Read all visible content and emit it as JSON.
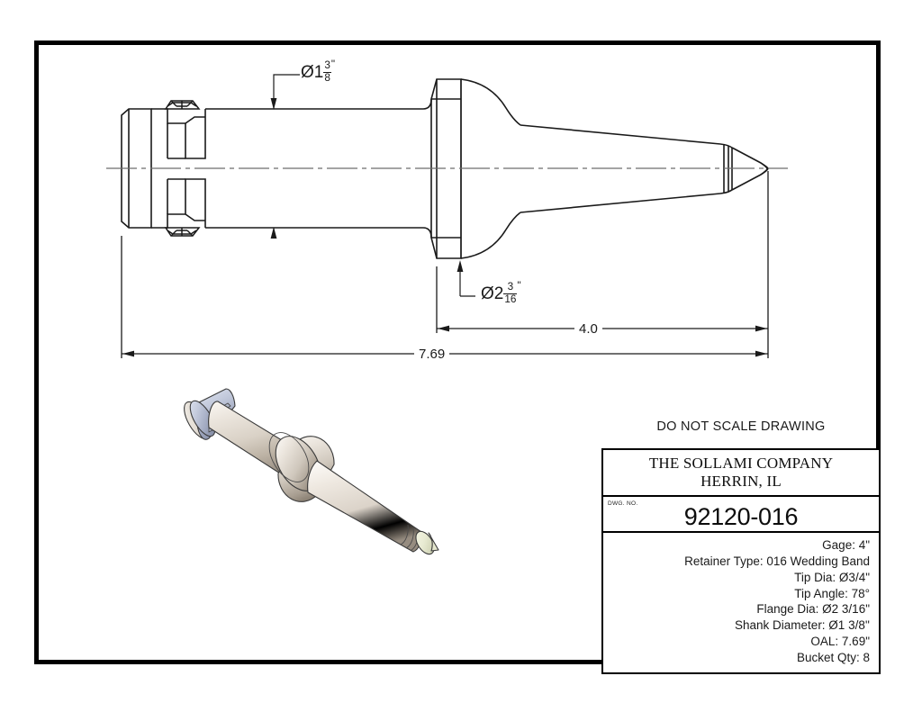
{
  "sheet": {
    "note": "DO NOT SCALE DRAWING"
  },
  "title_block": {
    "company_line1": "THE SOLLAMI COMPANY",
    "company_line2": "HERRIN, IL",
    "dwg_no_label": "DWG. NO.",
    "dwg_number": "92120-016",
    "specs": [
      "Gage: 4\"",
      "Retainer Type: 016 Wedding Band",
      "Tip Dia: Ø3/4\"",
      "Tip Angle: 78°",
      "Flange Dia: Ø2 3/16\"",
      "Shank Diameter: Ø1 3/8''",
      "OAL: 7.69\"",
      "Bucket Qty: 8"
    ]
  },
  "dimensions": {
    "shank_dia": {
      "symbol": "Ø",
      "whole": "1",
      "numerator": "3",
      "denominator": "8",
      "unit": "\""
    },
    "flange_dia": {
      "symbol": "Ø",
      "whole": "2",
      "numerator": "3",
      "denominator": "16",
      "unit": "\""
    },
    "length_front": "4.0",
    "length_overall": "7.69"
  },
  "colors": {
    "line": "#1a1a1a",
    "frame": "#000000",
    "model_body_light": "#efe9e2",
    "model_body_mid": "#d8d0c6",
    "model_body_dark": "#a89f94",
    "model_band": "#c3c8d8",
    "model_band_dark": "#8f97ab",
    "model_tip": "#eef0dd"
  }
}
